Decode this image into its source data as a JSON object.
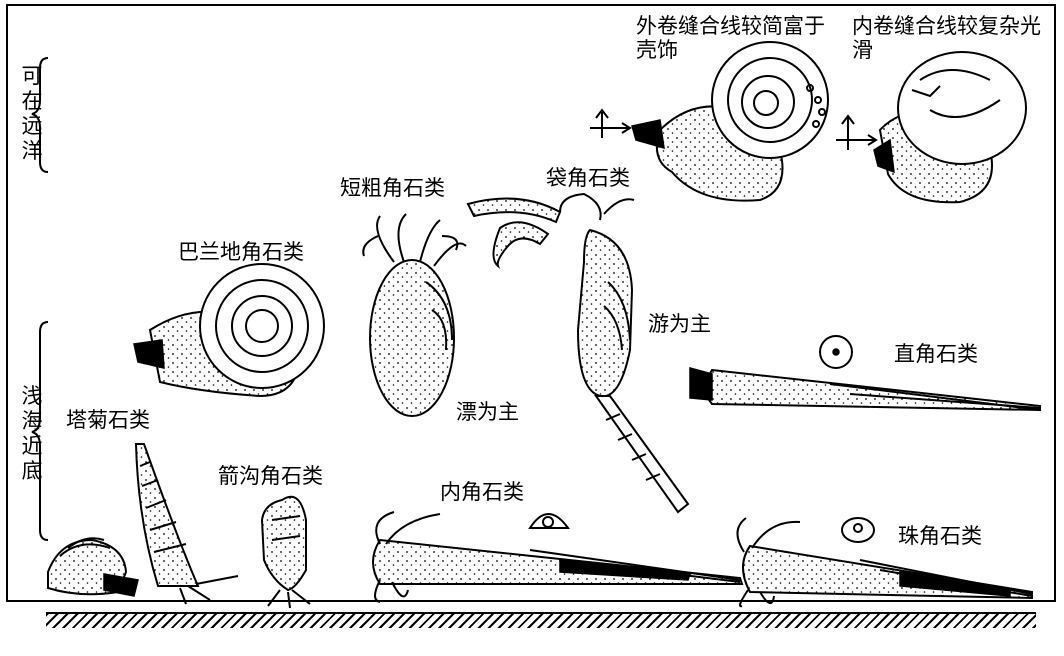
{
  "zones": {
    "open_ocean": "可在远洋",
    "near_bottom": "浅海近底"
  },
  "groups": {
    "ceratites_outer": "外卷缝合线较简富于壳饰",
    "ceratites_inner": "内卷缝合线较复杂光滑",
    "bactrites": "巴兰地角石类",
    "short_thick": "短粗角石类",
    "bag": "袋角石类",
    "swim_main": "游为主",
    "drift_main": "漂为主",
    "orthocerids": "直角石类",
    "turrilites": "塔菊石类",
    "arrow_groove": "箭沟角石类",
    "endocerids": "内角石类",
    "actinocerids": "珠角石类"
  }
}
